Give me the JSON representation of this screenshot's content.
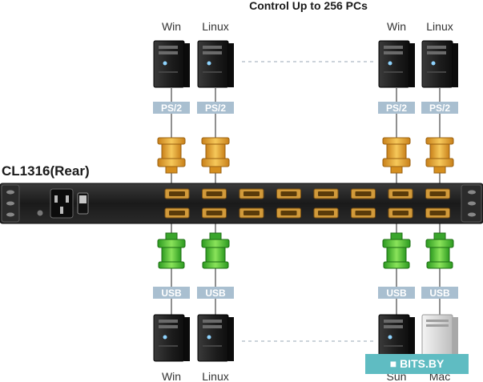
{
  "title": "Control Up to 256 PCs",
  "device_label": "CL1316(Rear)",
  "colors": {
    "tower_body": "#1f1f1f",
    "badge_bg": "#a9bfd0",
    "vga_connector": "#e8a32a",
    "usb_connector": "#3fbf2f",
    "device_body": "#1c1c1c",
    "port_color": "#d29a3a",
    "watermark_bg": "#5fbcc2"
  },
  "top_computers": [
    {
      "os": "Win",
      "port_type": "PS/2"
    },
    {
      "os": "Linux",
      "port_type": "PS/2"
    },
    {
      "os": "Win",
      "port_type": "PS/2"
    },
    {
      "os": "Linux",
      "port_type": "PS/2"
    }
  ],
  "bottom_computers": [
    {
      "os": "Win",
      "port_type": "USB",
      "tower": "dark"
    },
    {
      "os": "Linux",
      "port_type": "USB",
      "tower": "dark"
    },
    {
      "os": "Sun",
      "port_type": "USB",
      "tower": "dark"
    },
    {
      "os": "Mac",
      "port_type": "USB",
      "tower": "silver"
    }
  ],
  "device": {
    "port_rows": 2,
    "ports_per_row": 8
  },
  "watermark": {
    "text": "BITS.BY",
    "icon": "logo-icon"
  }
}
